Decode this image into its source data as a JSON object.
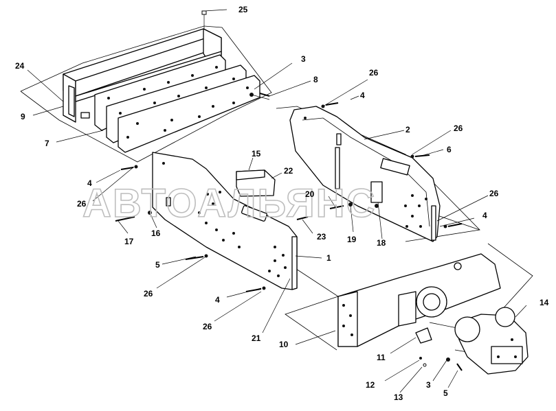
{
  "watermark": "АВТОАЛЬЯНС",
  "callouts": {
    "c25": "25",
    "c24": "24",
    "c9": "9",
    "c7": "7",
    "c3a": "3",
    "c8": "8",
    "c26a": "26",
    "c4a": "4",
    "c2": "2",
    "c26b": "26",
    "c6": "6",
    "c15": "15",
    "c22": "22",
    "c4b": "4",
    "c26c": "26",
    "c20": "20",
    "c26d": "26",
    "c17": "17",
    "c16": "16",
    "c23": "23",
    "c19": "19",
    "c18": "18",
    "c4c": "4",
    "c5a": "5",
    "c1": "1",
    "c26e": "26",
    "c4d": "4",
    "c26f": "26",
    "c21": "21",
    "c14": "14",
    "c10": "10",
    "c11": "11",
    "c12": "12",
    "c3b": "3",
    "c5b": "5",
    "c13": "13"
  }
}
